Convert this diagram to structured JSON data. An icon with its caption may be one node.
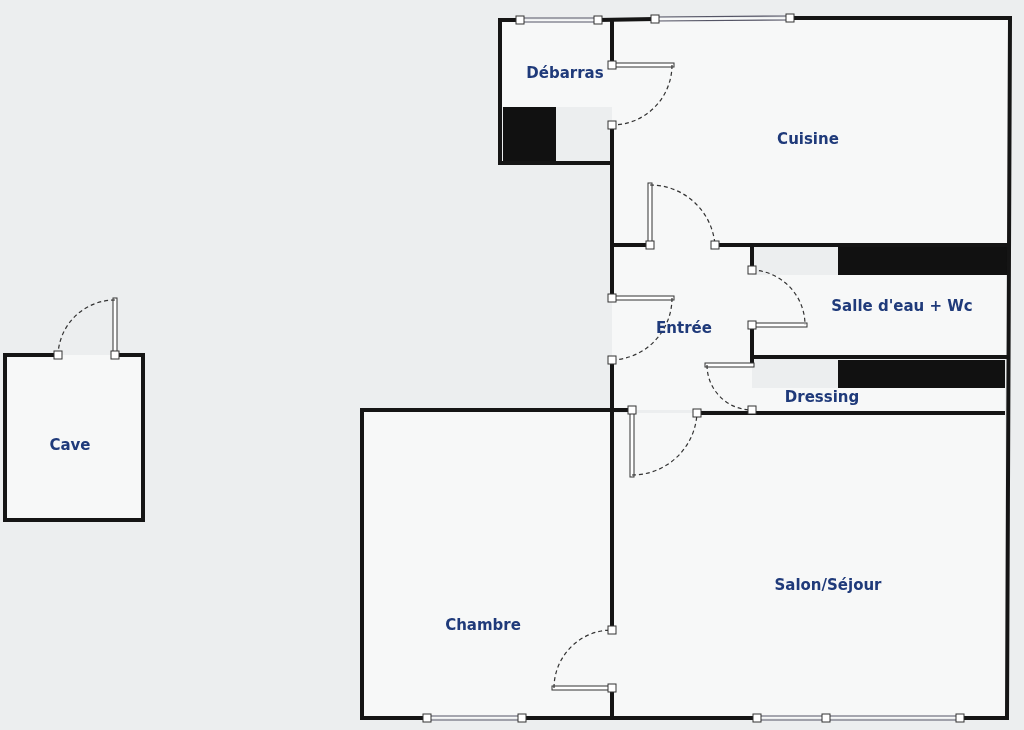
{
  "diagram": {
    "nodes": [
      {
        "text": [
          "Débarras"
        ]
      },
      {
        "text": [
          "Cuisine"
        ]
      },
      {
        "text": [
          "Entrée"
        ]
      },
      {
        "text": [
          "Salle d'eau + Wc"
        ]
      },
      {
        "text": [
          "Dressing"
        ]
      },
      {
        "text": [
          "Cave"
        ]
      },
      {
        "text": [
          "Salon/Séjour"
        ]
      },
      {
        "text": [
          "Chambre"
        ]
      }
    ],
    "edges": []
  }
}
